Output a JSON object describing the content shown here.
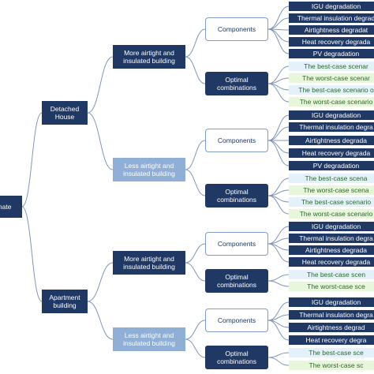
{
  "root": {
    "label": "mate"
  },
  "house": {
    "label": "Detached\nHouse"
  },
  "apartment": {
    "label": "Apartment\nbuilding"
  },
  "branch_more": {
    "label": "More airtight and\ninsulated building"
  },
  "branch_less": {
    "label": "Less airtight and\ninsulated building"
  },
  "components": {
    "label": "Components"
  },
  "optimal": {
    "label": "Optimal\ncombinations"
  },
  "leaves": {
    "igu": "IGU degradation",
    "thermal": "Thermal insulation degra",
    "airtight": "Airtightness degradat",
    "heat": "Heat recovery degrada",
    "pv": "PV degradation",
    "best": "The best-case scena",
    "worst": "The worst-case scena",
    "best2": "The best-case scenario",
    "worst2": "The worst-case scenario"
  },
  "leaf_groups": {
    "g1_components": [
      "IGU degradation",
      "Thermal insulation degrad",
      "Airtightness degradat",
      "Heat recovery degrada",
      "PV degradation"
    ],
    "g1_optimal": [
      "The best-case scenar",
      "The worst-case scenar",
      "The best-case scenario o",
      "The worst-case scenario"
    ],
    "g2_components": [
      "IGU degradation",
      "Thermal insulation degra",
      "Airtightness degrada",
      "Heat recovery degrada",
      "PV degradation"
    ],
    "g2_optimal": [
      "The best-case scena",
      "The worst-case scena",
      "The best-case scenario",
      "The worst-case scenario"
    ],
    "g3_components": [
      "IGU degradation",
      "Thermal insulation degra",
      "Airtightness degrada",
      "Heat recovery degrada"
    ],
    "g3_optimal": [
      "The best-case scen",
      "The worst-case sce"
    ],
    "g4_components": [
      "IGU degradation",
      "Thermal insulation degra",
      "Airtightness degrad",
      "Heat recovery degra"
    ],
    "g4_optimal": [
      "The best-case sce",
      "The worst-case sc"
    ]
  }
}
